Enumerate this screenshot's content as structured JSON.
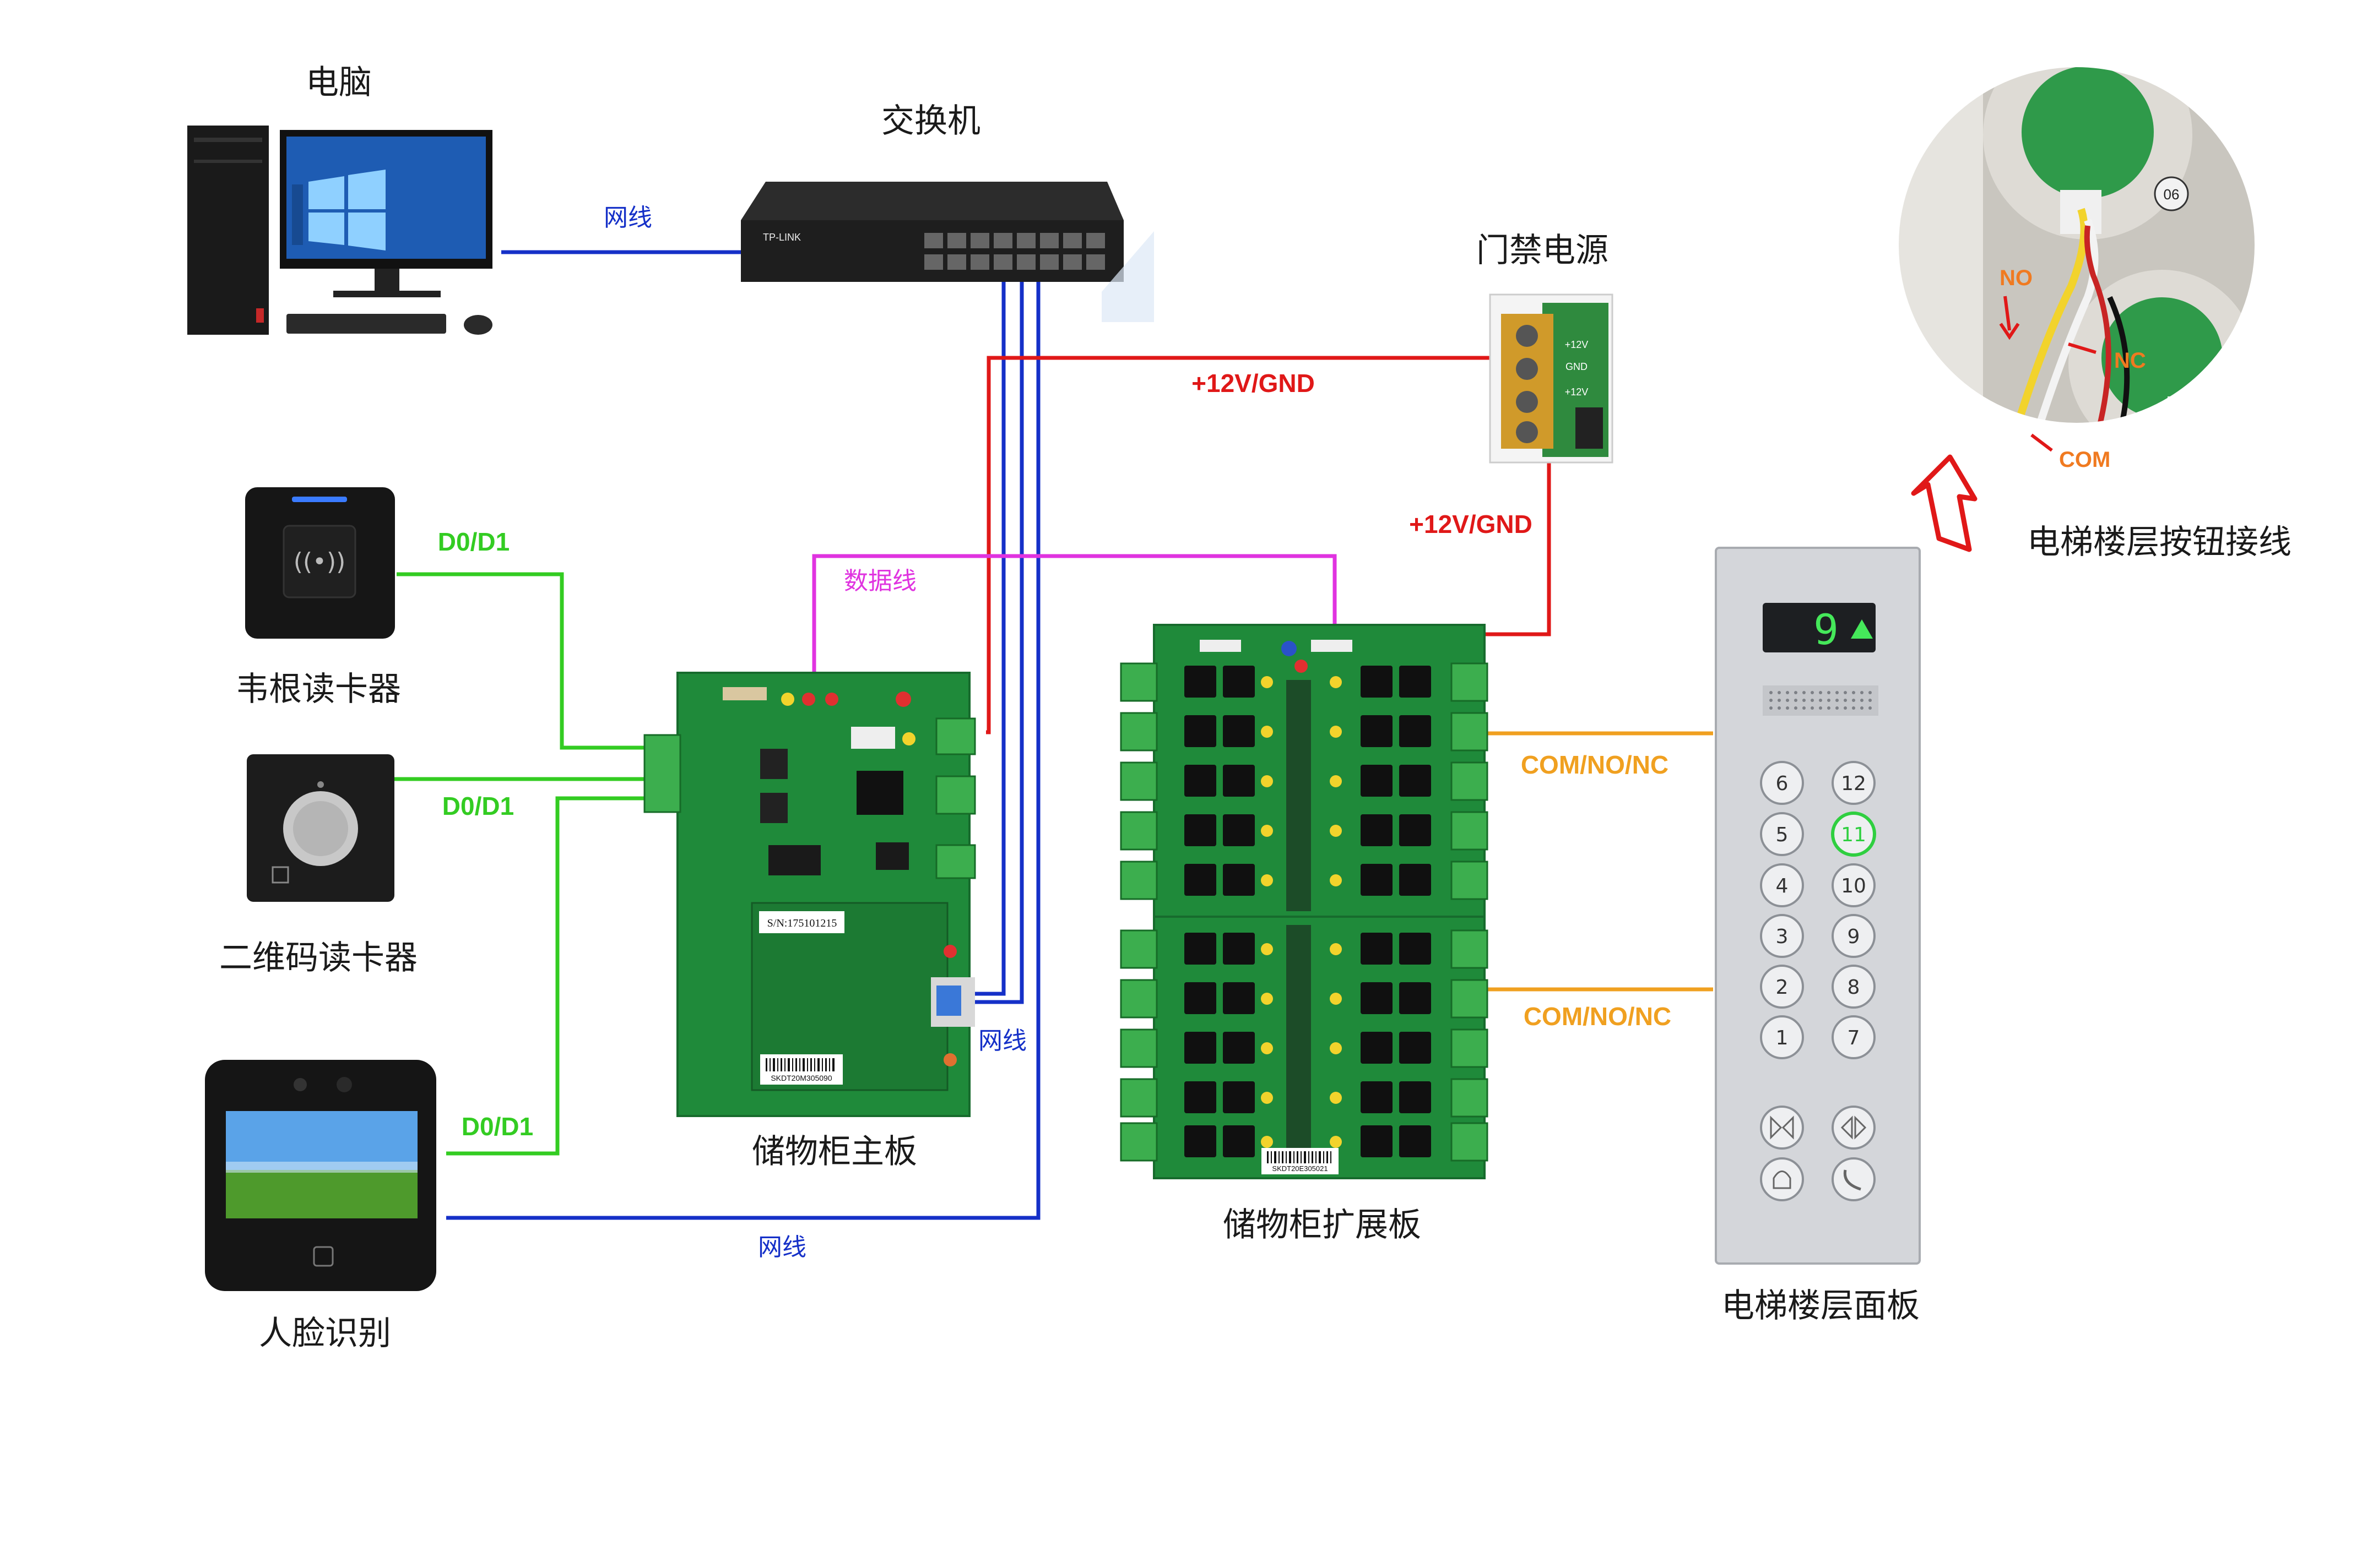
{
  "labels": {
    "pc": "电脑",
    "switch": "交换机",
    "power": "门禁电源",
    "wiegand_reader": "韦根读卡器",
    "qr_reader": "二维码读卡器",
    "face": "人脸识别",
    "main_board": "储物柜主板",
    "ext_board": "储物柜扩展板",
    "elevator_panel": "电梯楼层面板",
    "button_wiring": "电梯楼层按钮接线"
  },
  "wires": {
    "net_pc": "网线",
    "net_main": "网线",
    "net_face": "网线",
    "power_main": "+12V/GND",
    "power_ext": "+12V/GND",
    "data_line": "数据线",
    "d0d1_wiegand": "D0/D1",
    "d0d1_qr": "D0/D1",
    "d0d1_face": "D0/D1",
    "com_1": "COM/NO/NC",
    "com_2": "COM/NO/NC"
  },
  "device_text": {
    "switch_brand": "TP-LINK",
    "main_sn": "S/N:175101215",
    "main_barcode": "SKDT20M305090",
    "ext_barcode": "SKDT20E305021",
    "power_term_1": "+12V",
    "power_term_2": "GND",
    "power_term_3": "+12V"
  },
  "photo_annotations": {
    "no": "NO",
    "nc": "NC",
    "com": "COM",
    "chip": "06"
  },
  "elevator": {
    "display_floor": "9",
    "buttons_left": [
      "6",
      "5",
      "4",
      "3",
      "2",
      "1"
    ],
    "buttons_right": [
      "12",
      "11",
      "10",
      "9",
      "8",
      "7"
    ],
    "lit_button": "11"
  },
  "colors": {
    "network": "#1530c8",
    "power": "#e01818",
    "wiegand": "#33cc22",
    "data": "#e033e0",
    "relay": "#f0a020",
    "pcb": "#1f8a3a"
  }
}
